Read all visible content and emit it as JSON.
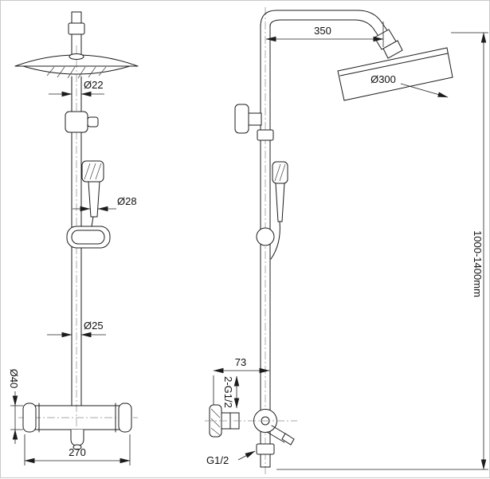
{
  "page": {
    "title": "Shower column technical drawing"
  },
  "front_view": {
    "dims": {
      "pipe_upper": "Ø22",
      "hand_shower": "Ø28",
      "pipe_lower": "Ø25",
      "valve_body": "Ø40",
      "valve_width": "270"
    }
  },
  "side_view": {
    "dims": {
      "arm_reach": "350",
      "head_size": "Ø300",
      "height_range": "1000-1400mm",
      "wall_offset": "73",
      "inlet_threads": "2-G1/2",
      "outlet_thread": "G1/2"
    }
  }
}
